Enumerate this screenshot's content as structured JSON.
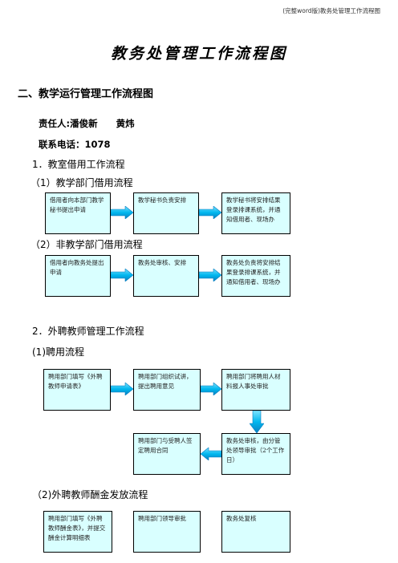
{
  "header_note": "(完整word版)教务处管理工作流程图",
  "doc_title": "教务处管理工作流程图",
  "section_heading": "二、教学运行管理工作流程图",
  "responsible": "责任人:潘俊新　　黄炜",
  "phone": "联系电话：1078",
  "s1": {
    "title": "1．教室借用工作流程",
    "sub1": {
      "title": "（1）教学部门借用流程",
      "boxes": [
        "借用者向本部门教学秘书提出申请",
        "教学秘书负责安排",
        "教学秘书将安排结果登录排课系统，并通知借用者、现场办"
      ]
    },
    "sub2": {
      "title": "（2）非教学部门借用流程",
      "boxes": [
        "借用者向教务处提出申请",
        "教务处审核、安排",
        "教务处负责将安排结果登录排课系统，并通知借用者、现场办"
      ]
    }
  },
  "s2": {
    "title": "2．外聘教师管理工作流程",
    "sub1": {
      "title": "(1)聘用流程",
      "boxes": [
        "聘用部门填写《外聘教师申请表》",
        "聘用部门组织试讲，提出聘用意见",
        "聘用部门将聘用人材料报人事处审批",
        "教务处审核，由分管处领导审批（2个工作日）",
        "聘用部门与受聘人签定聘用合同"
      ]
    },
    "sub2": {
      "title": "（2)外聘教师酬金发放流程",
      "boxes": [
        "聘用部门填写《外聘教师酬金表》，并提交酬金计算明细表",
        "聘用部门领导审批",
        "教务处复核"
      ]
    }
  },
  "colors": {
    "box_fill": "#d9ffff",
    "arrow": "#00b7ef"
  }
}
